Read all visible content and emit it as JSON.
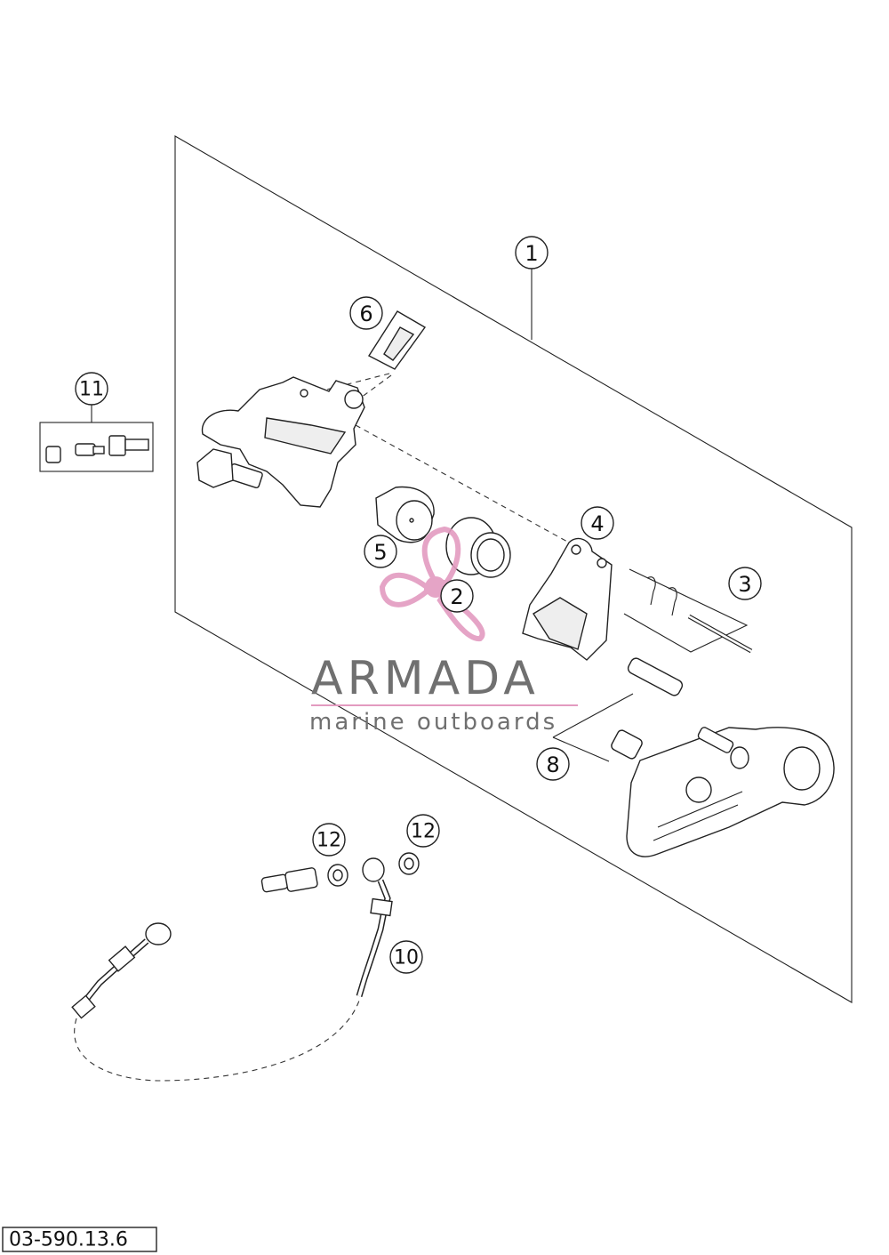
{
  "callouts": {
    "c1": "1",
    "c2": "2",
    "c3": "3",
    "c4": "4",
    "c5": "5",
    "c6": "6",
    "c8": "8",
    "c10": "10",
    "c11": "11",
    "c12a": "12",
    "c12b": "12"
  },
  "watermark": {
    "title": "ARMADA",
    "subtitle": "marine outboards",
    "accent_color": "#e39bc0",
    "text_color": "#707070"
  },
  "reference_code": "03-590.13.6"
}
